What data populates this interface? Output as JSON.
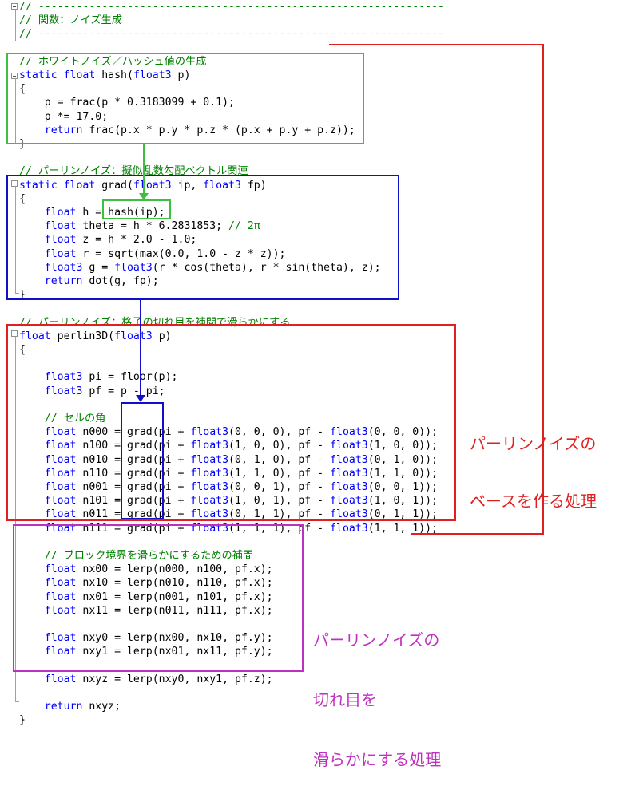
{
  "editor": {
    "lines": [
      [
        {
          "t": "// ----------------------------------------------------------------",
          "c": "cm"
        }
      ],
      [
        {
          "t": "// 関数：ノイズ生成",
          "c": "cm"
        }
      ],
      [
        {
          "t": "// ----------------------------------------------------------------",
          "c": "cm"
        }
      ],
      [],
      [
        {
          "t": "// ホワイトノイズ／ハッシュ値の生成",
          "c": "cm"
        }
      ],
      [
        {
          "t": "static",
          "c": "kw"
        },
        {
          "t": " "
        },
        {
          "t": "float",
          "c": "kw"
        },
        {
          "t": " hash("
        },
        {
          "t": "float3",
          "c": "kw"
        },
        {
          "t": " p)"
        }
      ],
      [
        {
          "t": "{"
        }
      ],
      [
        {
          "t": "    p = frac(p * 0.3183099 + 0.1);"
        }
      ],
      [
        {
          "t": "    p *= 17.0;"
        }
      ],
      [
        {
          "t": "    "
        },
        {
          "t": "return",
          "c": "kw"
        },
        {
          "t": " frac(p.x * p.y * p.z * (p.x + p.y + p.z));"
        }
      ],
      [
        {
          "t": "}"
        }
      ],
      [],
      [
        {
          "t": "// パーリンノイズ：擬似乱数勾配ベクトル関連",
          "c": "cm"
        }
      ],
      [
        {
          "t": "static",
          "c": "kw"
        },
        {
          "t": " "
        },
        {
          "t": "float",
          "c": "kw"
        },
        {
          "t": " grad("
        },
        {
          "t": "float3",
          "c": "kw"
        },
        {
          "t": " ip, "
        },
        {
          "t": "float3",
          "c": "kw"
        },
        {
          "t": " fp)"
        }
      ],
      [
        {
          "t": "{"
        }
      ],
      [
        {
          "t": "    "
        },
        {
          "t": "float",
          "c": "kw"
        },
        {
          "t": " h = hash(ip);"
        }
      ],
      [
        {
          "t": "    "
        },
        {
          "t": "float",
          "c": "kw"
        },
        {
          "t": " theta = h * 6.2831853; "
        },
        {
          "t": "// 2π",
          "c": "cm"
        }
      ],
      [
        {
          "t": "    "
        },
        {
          "t": "float",
          "c": "kw"
        },
        {
          "t": " z = h * 2.0 - 1.0;"
        }
      ],
      [
        {
          "t": "    "
        },
        {
          "t": "float",
          "c": "kw"
        },
        {
          "t": " r = sqrt(max(0.0, 1.0 - z * z));"
        }
      ],
      [
        {
          "t": "    "
        },
        {
          "t": "float3",
          "c": "kw"
        },
        {
          "t": " g = "
        },
        {
          "t": "float3",
          "c": "kw"
        },
        {
          "t": "(r * cos(theta), r * sin(theta), z);"
        }
      ],
      [
        {
          "t": "    "
        },
        {
          "t": "return",
          "c": "kw"
        },
        {
          "t": " dot(g, fp);"
        }
      ],
      [
        {
          "t": "}"
        }
      ],
      [],
      [
        {
          "t": "// パーリンノイズ：格子の切れ目を補間で滑らかにする",
          "c": "cm"
        }
      ],
      [
        {
          "t": "float",
          "c": "kw"
        },
        {
          "t": " perlin3D("
        },
        {
          "t": "float3",
          "c": "kw"
        },
        {
          "t": " p)"
        }
      ],
      [
        {
          "t": "{"
        }
      ],
      [],
      [
        {
          "t": "    "
        },
        {
          "t": "float3",
          "c": "kw"
        },
        {
          "t": " pi = floor(p);"
        }
      ],
      [
        {
          "t": "    "
        },
        {
          "t": "float3",
          "c": "kw"
        },
        {
          "t": " pf = p - pi;"
        }
      ],
      [],
      [
        {
          "t": "    "
        },
        {
          "t": "// セルの角",
          "c": "cm"
        }
      ],
      [
        {
          "t": "    "
        },
        {
          "t": "float",
          "c": "kw"
        },
        {
          "t": " n000 = grad(pi + "
        },
        {
          "t": "float3",
          "c": "kw"
        },
        {
          "t": "(0, 0, 0), pf - "
        },
        {
          "t": "float3",
          "c": "kw"
        },
        {
          "t": "(0, 0, 0));"
        }
      ],
      [
        {
          "t": "    "
        },
        {
          "t": "float",
          "c": "kw"
        },
        {
          "t": " n100 = grad(pi + "
        },
        {
          "t": "float3",
          "c": "kw"
        },
        {
          "t": "(1, 0, 0), pf - "
        },
        {
          "t": "float3",
          "c": "kw"
        },
        {
          "t": "(1, 0, 0));"
        }
      ],
      [
        {
          "t": "    "
        },
        {
          "t": "float",
          "c": "kw"
        },
        {
          "t": " n010 = grad(pi + "
        },
        {
          "t": "float3",
          "c": "kw"
        },
        {
          "t": "(0, 1, 0), pf - "
        },
        {
          "t": "float3",
          "c": "kw"
        },
        {
          "t": "(0, 1, 0));"
        }
      ],
      [
        {
          "t": "    "
        },
        {
          "t": "float",
          "c": "kw"
        },
        {
          "t": " n110 = grad(pi + "
        },
        {
          "t": "float3",
          "c": "kw"
        },
        {
          "t": "(1, 1, 0), pf - "
        },
        {
          "t": "float3",
          "c": "kw"
        },
        {
          "t": "(1, 1, 0));"
        }
      ],
      [
        {
          "t": "    "
        },
        {
          "t": "float",
          "c": "kw"
        },
        {
          "t": " n001 = grad(pi + "
        },
        {
          "t": "float3",
          "c": "kw"
        },
        {
          "t": "(0, 0, 1), pf - "
        },
        {
          "t": "float3",
          "c": "kw"
        },
        {
          "t": "(0, 0, 1));"
        }
      ],
      [
        {
          "t": "    "
        },
        {
          "t": "float",
          "c": "kw"
        },
        {
          "t": " n101 = grad(pi + "
        },
        {
          "t": "float3",
          "c": "kw"
        },
        {
          "t": "(1, 0, 1), pf - "
        },
        {
          "t": "float3",
          "c": "kw"
        },
        {
          "t": "(1, 0, 1));"
        }
      ],
      [
        {
          "t": "    "
        },
        {
          "t": "float",
          "c": "kw"
        },
        {
          "t": " n011 = grad(pi + "
        },
        {
          "t": "float3",
          "c": "kw"
        },
        {
          "t": "(0, 1, 1), pf - "
        },
        {
          "t": "float3",
          "c": "kw"
        },
        {
          "t": "(0, 1, 1));"
        }
      ],
      [
        {
          "t": "    "
        },
        {
          "t": "float",
          "c": "kw"
        },
        {
          "t": " n111 = grad(pi + "
        },
        {
          "t": "float3",
          "c": "kw"
        },
        {
          "t": "(1, 1, 1), pf - "
        },
        {
          "t": "float3",
          "c": "kw"
        },
        {
          "t": "(1, 1, 1));"
        }
      ],
      [],
      [
        {
          "t": "    "
        },
        {
          "t": "// ブロック境界を滑らかにするための補間",
          "c": "cm"
        }
      ],
      [
        {
          "t": "    "
        },
        {
          "t": "float",
          "c": "kw"
        },
        {
          "t": " nx00 = lerp(n000, n100, pf.x);"
        }
      ],
      [
        {
          "t": "    "
        },
        {
          "t": "float",
          "c": "kw"
        },
        {
          "t": " nx10 = lerp(n010, n110, pf.x);"
        }
      ],
      [
        {
          "t": "    "
        },
        {
          "t": "float",
          "c": "kw"
        },
        {
          "t": " nx01 = lerp(n001, n101, pf.x);"
        }
      ],
      [
        {
          "t": "    "
        },
        {
          "t": "float",
          "c": "kw"
        },
        {
          "t": " nx11 = lerp(n011, n111, pf.x);"
        }
      ],
      [],
      [
        {
          "t": "    "
        },
        {
          "t": "float",
          "c": "kw"
        },
        {
          "t": " nxy0 = lerp(nx00, nx10, pf.y);"
        }
      ],
      [
        {
          "t": "    "
        },
        {
          "t": "float",
          "c": "kw"
        },
        {
          "t": " nxy1 = lerp(nx01, nx11, pf.y);"
        }
      ],
      [],
      [
        {
          "t": "    "
        },
        {
          "t": "float",
          "c": "kw"
        },
        {
          "t": " nxyz = lerp(nxy0, nxy1, pf.z);"
        }
      ],
      [],
      [
        {
          "t": "    "
        },
        {
          "t": "return",
          "c": "kw"
        },
        {
          "t": " nxyz;"
        }
      ],
      [
        {
          "t": "}"
        }
      ]
    ]
  },
  "annotations": {
    "red_note": [
      "パーリンノイズの",
      "ベースを作る処理"
    ],
    "magenta_note": [
      "パーリンノイズの",
      "切れ目を",
      "滑らかにする処理"
    ]
  },
  "colors": {
    "keyword": "#0000ff",
    "comment": "#008000",
    "box_green": "#3fbf3f",
    "box_blue": "#1010c8",
    "box_red": "#e02020",
    "box_magenta": "#c030c0"
  }
}
